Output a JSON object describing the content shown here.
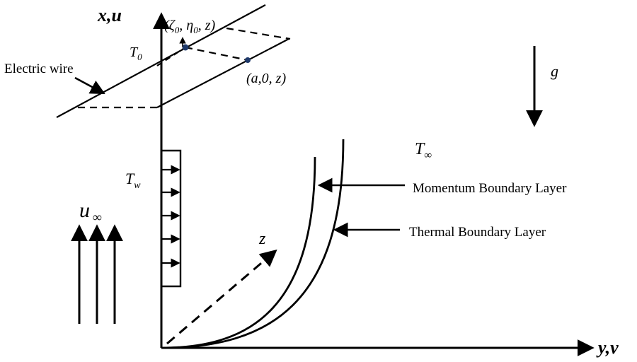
{
  "axes": {
    "vertical": "x,u",
    "horizontal": "y,v",
    "depth": "z"
  },
  "labels": {
    "wire": "Electric wire",
    "wire_temp": "T",
    "wire_temp_sub": "0",
    "point_source": "(ζ",
    "point_source_sub": "0",
    "point_source_mid": ", η",
    "point_source_mid_sub": "0",
    "point_source_end": ", z)",
    "point_wire": "(a,0, z)",
    "gravity": "g",
    "ambient_temp": "T",
    "ambient_temp_sub": "∞",
    "wall_temp": "T",
    "wall_temp_sub": "w",
    "freestream": "u",
    "freestream_sub": "∞",
    "momentum_layer": "Momentum Boundary Layer",
    "thermal_layer": "Thermal Boundary Layer"
  },
  "colors": {
    "ink": "#000000",
    "point": "#1f3a6b"
  }
}
